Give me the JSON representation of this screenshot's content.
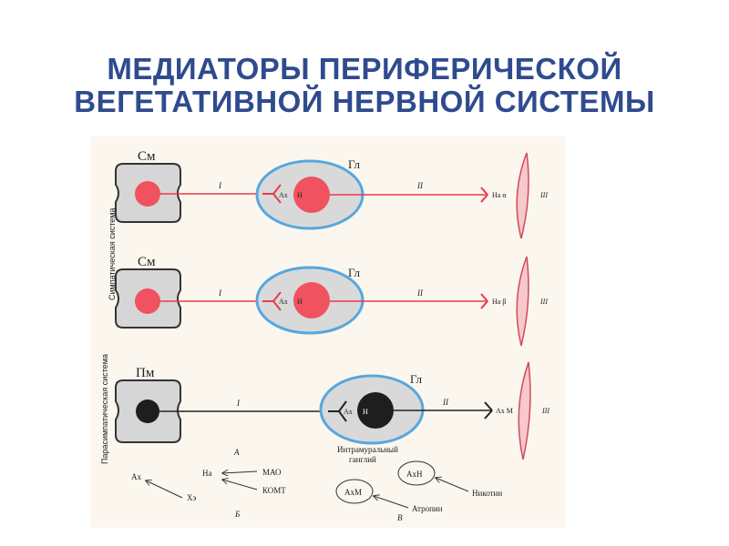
{
  "title": {
    "line1": "МЕДИАТОРЫ ПЕРИФЕРИЧЕСКОЙ",
    "line2": "ВЕГЕТАТИВНОЙ НЕРВНОЙ СИСТЕМЫ"
  },
  "diagram": {
    "side_label_sympathetic": "Симпатическая  система",
    "side_label_parasympathetic": "Парасимпатическая система",
    "rows": [
      {
        "cell_label": "См",
        "ganglion_label": "Гл",
        "pre_label": "I",
        "post_label": "II",
        "effector_label": "III",
        "ganglion_ax": "Ах",
        "ganglion_receptor": "Н",
        "effector_receptor": "На α"
      },
      {
        "cell_label": "См",
        "ganglion_label": "Гл",
        "pre_label": "I",
        "post_label": "II",
        "effector_label": "III",
        "ganglion_ax": "Ах",
        "ganglion_receptor": "Н",
        "effector_receptor": "На β"
      },
      {
        "cell_label": "Пм",
        "ganglion_label": "Гл",
        "pre_label": "I",
        "post_label": "II",
        "effector_label": "III",
        "ganglion_ax": "Ах",
        "ganglion_receptor": "Н",
        "effector_receptor": "Ах М"
      }
    ],
    "intramural_label_1": "Интрамуральный",
    "intramural_label_2": "ганглий",
    "section_a": "А",
    "section_b": "Б",
    "section_v": "В",
    "metab_ax": "Ах",
    "metab_xe": "Хэ",
    "metab_na": "На",
    "metab_mao": "МАО",
    "metab_komt": "КОМТ",
    "recept_axh": "АхН",
    "recept_axm": "АхМ",
    "drug_nicotine": "Никотин",
    "drug_atropine": "Атропин"
  },
  "colors": {
    "title": "#2f4b8e",
    "sympathetic_fiber": "#e8394a",
    "parasympathetic_fiber": "#222222",
    "ganglion_ring": "#56a7de",
    "ganglion_fill": "#d9d9d9",
    "cell_fill": "#d6d6d6"
  }
}
